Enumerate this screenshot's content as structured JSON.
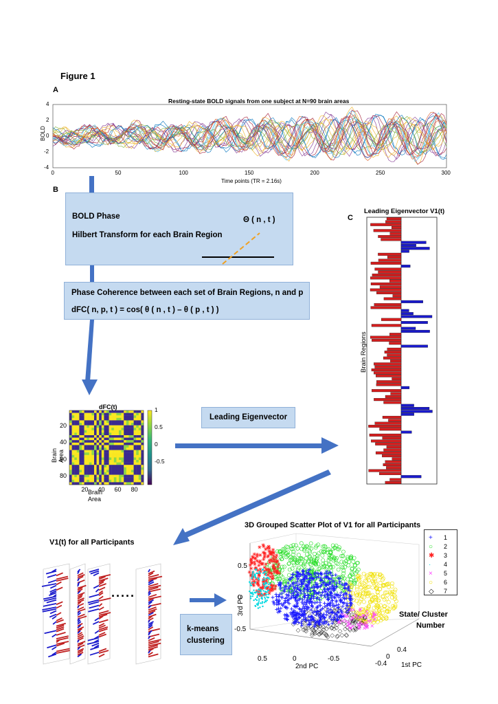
{
  "figure_label": "Figure 1",
  "panel_labels": {
    "a": "A",
    "b": "B",
    "c": "C"
  },
  "bold_plot": {
    "title": "Resting-state BOLD signals from one subject at N=90 brain areas",
    "ylabel": "BOLD",
    "xlabel": "Time points (TR = 2.16s)",
    "x_ticks": [
      "0",
      "50",
      "100",
      "150",
      "200",
      "250",
      "300"
    ],
    "y_ticks": [
      "4",
      "2",
      "0",
      "-2",
      "-4"
    ]
  },
  "phase_box": {
    "title": "BOLD Phase",
    "subtitle": "Hilbert Transform for each Brain Region",
    "theta": "Θ ( n , t )"
  },
  "coherence_box": {
    "title": "Phase Coherence between each set of Brain Regions, n and p",
    "formula": "dFC( n, p, t ) = cos( θ ( n , t ) – θ ( p , t ) )"
  },
  "dfc_matrix": {
    "title": "dFC(t)",
    "ylabel": "Brain Area",
    "xlabel": "Brain Area",
    "y_ticks": [
      "20",
      "40",
      "60",
      "80"
    ],
    "x_ticks": [
      "20",
      "40",
      "60",
      "80"
    ],
    "colorbar_ticks": [
      "1",
      "0.5",
      "0",
      "-0.5"
    ]
  },
  "leading_box": {
    "label": "Leading Eigenvector"
  },
  "eigenvector_panel": {
    "title": "Leading Eigenvector V1(t)",
    "ylabel": "Brain Regions",
    "colors": {
      "negative": "#d41e1e",
      "positive": "#1a1acc"
    }
  },
  "participants": {
    "title": "V1(t) for all Participants",
    "ellipsis": "·····"
  },
  "kmeans_box": {
    "line1": "k-means",
    "line2": "clustering"
  },
  "scatter": {
    "title": "3D Grouped Scatter Plot of V1 for all Participants",
    "zlabel": "3rd PC",
    "xlabel": "2nd PC",
    "ylabel": "1st PC",
    "z_ticks": [
      "0.5",
      "0",
      "-0.5"
    ],
    "x_ticks": [
      "0.5",
      "0",
      "-0.5"
    ],
    "y_ticks": [
      "0.4",
      "0",
      "-0.4"
    ],
    "legend": [
      {
        "num": "1",
        "marker": "+",
        "color": "#1a1aff"
      },
      {
        "num": "2",
        "marker": "○",
        "color": "#22dd22"
      },
      {
        "num": "3",
        "marker": "✱",
        "color": "#ff2020"
      },
      {
        "num": "4",
        "marker": "·",
        "color": "#00d8e0"
      },
      {
        "num": "5",
        "marker": "×",
        "color": "#ff40ff"
      },
      {
        "num": "6",
        "marker": "○",
        "color": "#f0e000"
      },
      {
        "num": "7",
        "marker": "◇",
        "color": "#000000"
      }
    ],
    "state_label_1": "State/ Cluster",
    "state_label_2": "Number"
  }
}
